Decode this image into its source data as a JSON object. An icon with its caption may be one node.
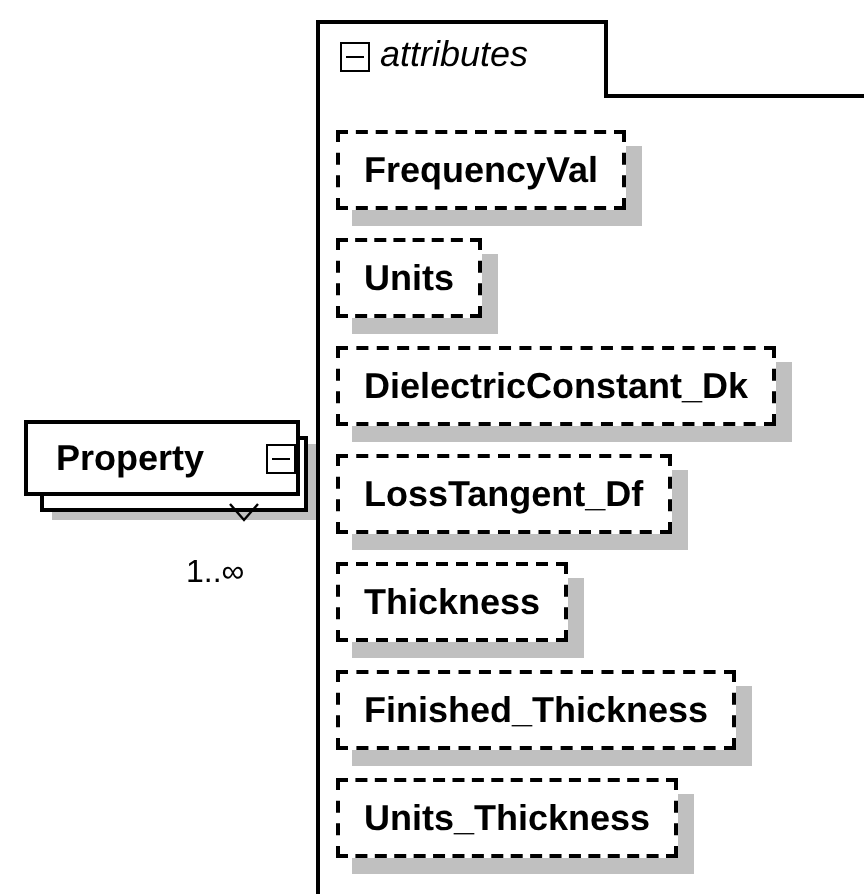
{
  "diagram": {
    "nodes": [
      {
        "text": [
          "Property"
        ],
        "beside": [
          "1..∞"
        ]
      },
      {
        "text": [
          "attributes"
        ]
      },
      {
        "text": [
          "FrequencyVal"
        ],
        "in": 1
      },
      {
        "text": [
          "Units"
        ],
        "in": 1
      },
      {
        "text": [
          "DielectricConstant_Dk"
        ],
        "in": 1
      },
      {
        "text": [
          "LossTangent_Df"
        ],
        "in": 1
      },
      {
        "text": [
          "Thickness"
        ],
        "in": 1
      },
      {
        "text": [
          "Finished_Thickness"
        ],
        "in": 1
      },
      {
        "text": [
          "Units_Thickness"
        ],
        "in": 1
      }
    ]
  }
}
